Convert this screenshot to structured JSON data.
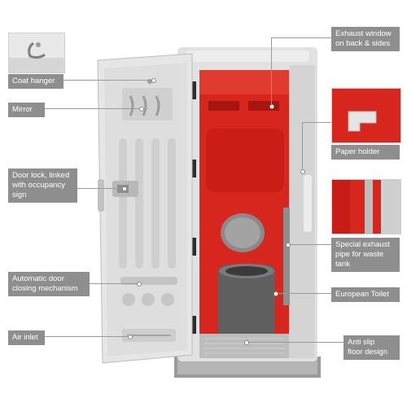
{
  "callouts": {
    "coat_hanger": "Coat hanger",
    "mirror": "Mirror",
    "door_lock": "Door lock, linked\nwith occupancy\nsign",
    "door_closer": "Automatic door\nclosing mechanism",
    "air_inlet": "Air inlet",
    "exhaust_window": "Exhaust window\non back & sides",
    "paper_holder": "Paper holder",
    "exhaust_pipe": "Special exhaust\npipe for waste\ntank",
    "toilet": "European Toilet",
    "floor": "Anti slip\nfloor design"
  },
  "colors": {
    "interior_red": "#d7261e",
    "shell_grey": "#d9d9d9",
    "label_grey": "#8e8e8e"
  }
}
